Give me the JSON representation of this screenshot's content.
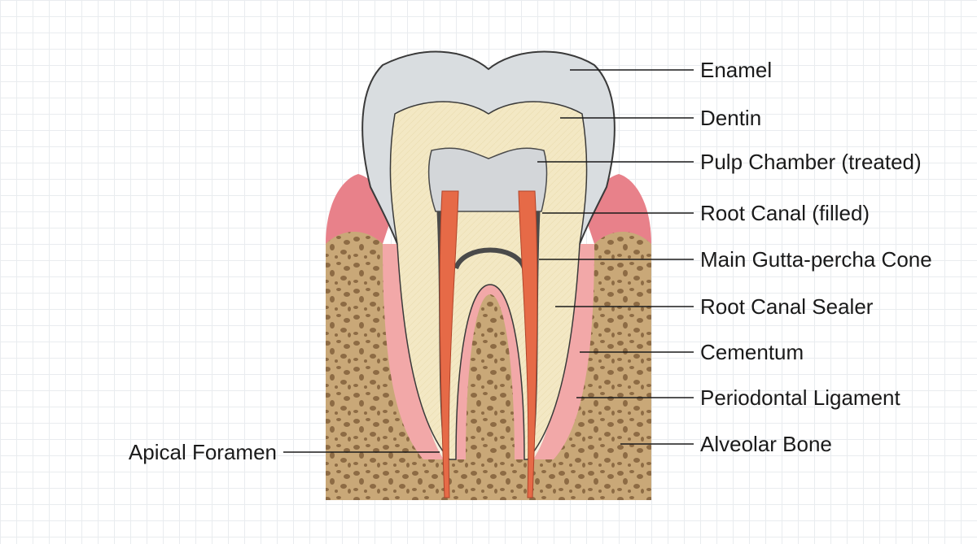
{
  "diagram": {
    "labels": {
      "enamel": "Enamel",
      "dentin": "Dentin",
      "pulp_chamber": "Pulp Chamber (treated)",
      "root_canal": "Root Canal (filled)",
      "gutta_percha": "Main Gutta-percha Cone",
      "sealer": "Root Canal Sealer",
      "cementum": "Cementum",
      "pdl": "Periodontal Ligament",
      "alveolar_bone": "Alveolar Bone",
      "apical_foramen": "Apical Foramen"
    },
    "colors": {
      "enamel": "#d9dde0",
      "enamel_outline": "#3a3a3a",
      "dentin": "#f3e8c4",
      "pulp": "#d3d6d9",
      "gutta_percha": "#e66a47",
      "sealer": "#4a4a4a",
      "cementum": "#f7f2e2",
      "pdl": "#f2a8a8",
      "gingiva": "#e8818a",
      "bone": "#c9a878",
      "bone_pores": "#8d6b44"
    }
  }
}
